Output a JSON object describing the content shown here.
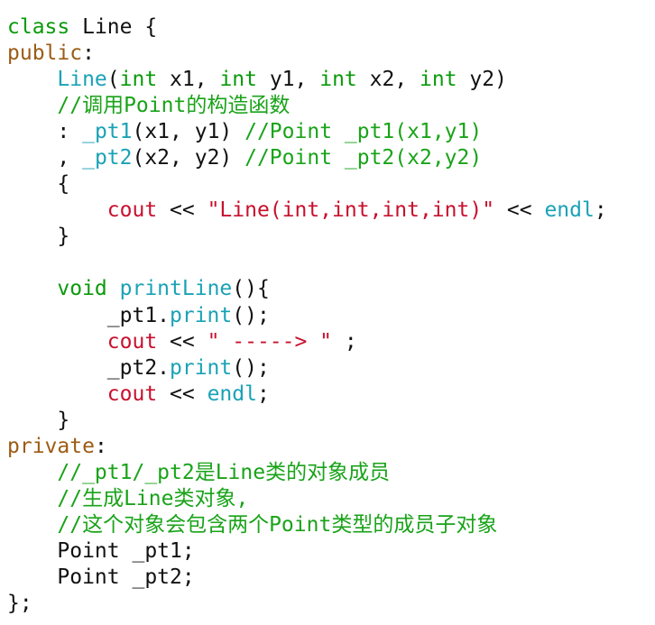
{
  "code_lines": [
    {
      "segments": [
        {
          "t": "class",
          "c": "kw-green"
        },
        {
          "t": " Line {",
          "c": ""
        }
      ]
    },
    {
      "segments": [
        {
          "t": "public",
          "c": "kw-brown"
        },
        {
          "t": ":",
          "c": ""
        }
      ]
    },
    {
      "segments": [
        {
          "t": "    ",
          "c": ""
        },
        {
          "t": "Line",
          "c": "fn-teal"
        },
        {
          "t": "(",
          "c": ""
        },
        {
          "t": "int",
          "c": "kw-green"
        },
        {
          "t": " x1, ",
          "c": ""
        },
        {
          "t": "int",
          "c": "kw-green"
        },
        {
          "t": " y1, ",
          "c": ""
        },
        {
          "t": "int",
          "c": "kw-green"
        },
        {
          "t": " x2, ",
          "c": ""
        },
        {
          "t": "int",
          "c": "kw-green"
        },
        {
          "t": " y2)",
          "c": ""
        }
      ]
    },
    {
      "segments": [
        {
          "t": "    ",
          "c": ""
        },
        {
          "t": "//调用Point的构造函数",
          "c": "cmt"
        }
      ]
    },
    {
      "segments": [
        {
          "t": "    : ",
          "c": ""
        },
        {
          "t": "_pt1",
          "c": "fn-teal"
        },
        {
          "t": "(x1, y1) ",
          "c": ""
        },
        {
          "t": "//Point _pt1(x1,y1)",
          "c": "cmt"
        }
      ]
    },
    {
      "segments": [
        {
          "t": "    , ",
          "c": ""
        },
        {
          "t": "_pt2",
          "c": "fn-teal"
        },
        {
          "t": "(x2, y2) ",
          "c": ""
        },
        {
          "t": "//Point _pt2(x2,y2)",
          "c": "cmt"
        }
      ]
    },
    {
      "segments": [
        {
          "t": "    {",
          "c": ""
        }
      ]
    },
    {
      "segments": [
        {
          "t": "        ",
          "c": ""
        },
        {
          "t": "cout",
          "c": "cout"
        },
        {
          "t": " << ",
          "c": ""
        },
        {
          "t": "\"Line(int,int,int,int)\"",
          "c": "str"
        },
        {
          "t": " << ",
          "c": ""
        },
        {
          "t": "endl",
          "c": "fn-teal"
        },
        {
          "t": ";",
          "c": ""
        }
      ]
    },
    {
      "segments": [
        {
          "t": "    }",
          "c": ""
        }
      ]
    },
    {
      "segments": [
        {
          "t": "",
          "c": ""
        }
      ]
    },
    {
      "segments": [
        {
          "t": "    ",
          "c": ""
        },
        {
          "t": "void",
          "c": "kw-green"
        },
        {
          "t": " ",
          "c": ""
        },
        {
          "t": "printLine",
          "c": "fn-teal"
        },
        {
          "t": "(){",
          "c": ""
        }
      ]
    },
    {
      "segments": [
        {
          "t": "        _pt1.",
          "c": ""
        },
        {
          "t": "print",
          "c": "fn-teal"
        },
        {
          "t": "();",
          "c": ""
        }
      ]
    },
    {
      "segments": [
        {
          "t": "        ",
          "c": ""
        },
        {
          "t": "cout",
          "c": "cout"
        },
        {
          "t": " << ",
          "c": ""
        },
        {
          "t": "\" -----> \"",
          "c": "str"
        },
        {
          "t": " ;",
          "c": ""
        }
      ]
    },
    {
      "segments": [
        {
          "t": "        _pt2.",
          "c": ""
        },
        {
          "t": "print",
          "c": "fn-teal"
        },
        {
          "t": "();",
          "c": ""
        }
      ]
    },
    {
      "segments": [
        {
          "t": "        ",
          "c": ""
        },
        {
          "t": "cout",
          "c": "cout"
        },
        {
          "t": " << ",
          "c": ""
        },
        {
          "t": "endl",
          "c": "fn-teal"
        },
        {
          "t": ";",
          "c": ""
        }
      ]
    },
    {
      "segments": [
        {
          "t": "    }",
          "c": ""
        }
      ]
    },
    {
      "segments": [
        {
          "t": "private",
          "c": "kw-brown"
        },
        {
          "t": ":",
          "c": ""
        }
      ]
    },
    {
      "segments": [
        {
          "t": "    ",
          "c": ""
        },
        {
          "t": "//_pt1/_pt2是Line类的对象成员",
          "c": "cmt"
        }
      ]
    },
    {
      "segments": [
        {
          "t": "    ",
          "c": ""
        },
        {
          "t": "//生成Line类对象,",
          "c": "cmt"
        }
      ]
    },
    {
      "segments": [
        {
          "t": "    ",
          "c": ""
        },
        {
          "t": "//这个对象会包含两个Point类型的成员子对象",
          "c": "cmt"
        }
      ]
    },
    {
      "segments": [
        {
          "t": "    Point _pt1;",
          "c": ""
        }
      ]
    },
    {
      "segments": [
        {
          "t": "    Point _pt2;",
          "c": ""
        }
      ]
    },
    {
      "segments": [
        {
          "t": "};",
          "c": ""
        }
      ]
    }
  ],
  "colors": {
    "keyword_green": "#0a9a0a",
    "access_brown": "#9c5b14",
    "identifier_teal": "#1aa2b6",
    "comment_green": "#19a319",
    "string_red": "#c8102e",
    "text": "#111111",
    "background": "#ffffff"
  }
}
